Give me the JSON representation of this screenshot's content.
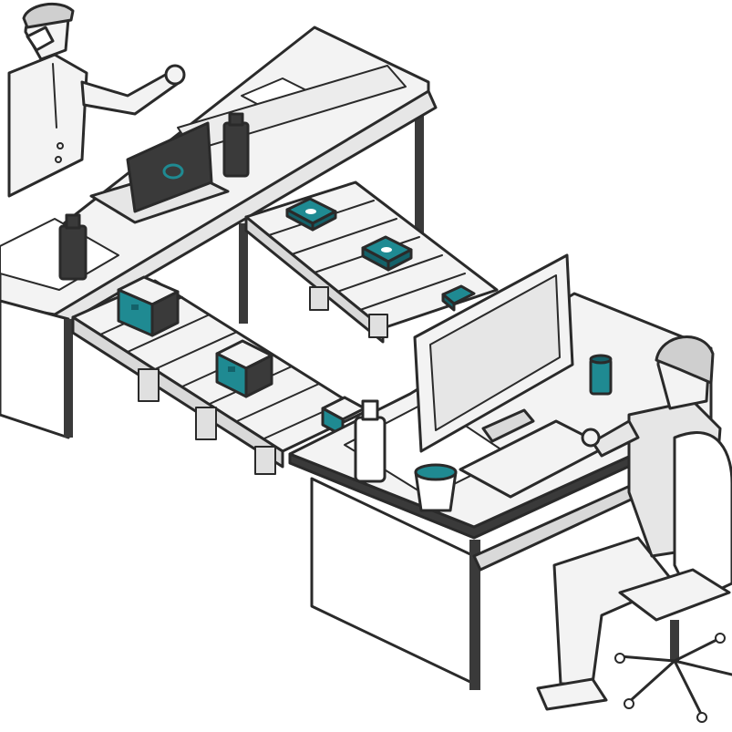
{
  "colors": {
    "outline": "#2a2a2a",
    "surface": "#f3f3f3",
    "light": "#e6e6e6",
    "mid": "#cfcfcf",
    "dark": "#3a3a3a",
    "teal": "#1f8a92",
    "teal_dark": "#146169",
    "white": "#ffffff"
  },
  "scene": {
    "description_icons": [
      "worker-standing",
      "laptop",
      "bottle",
      "conveyor-belt",
      "box",
      "cash-bundle",
      "desktop-monitor",
      "keyboard",
      "coffee-cup",
      "worker-seated",
      "office-chair"
    ],
    "boxes_on_belt": 3,
    "cash_bundles_on_belt": 3
  }
}
